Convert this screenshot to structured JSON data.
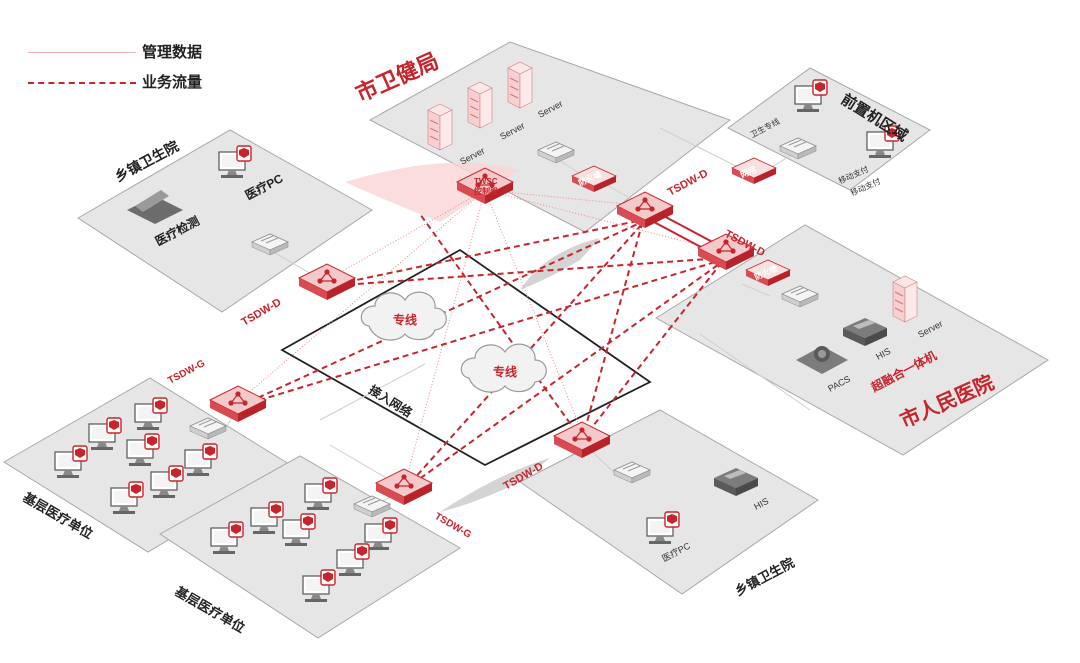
{
  "legend": {
    "management_data": "管理数据",
    "business_traffic": "业务流量"
  },
  "colors": {
    "accent": "#c8242c",
    "panel": "#e6e6e6",
    "panel_edge": "#a8a8a8",
    "solid_line": "#f2b4b4"
  },
  "zones": {
    "city_health_bureau": "市卫健局",
    "front_zone": "前置机区域",
    "township_hospital_top": "乡镇卫生院",
    "city_hospital": "市人民医院",
    "township_hospital_bottom": "乡镇卫生院",
    "primary_unit_left": "基层医疗单位",
    "primary_unit_bottom": "基层医疗单位",
    "access_network": "接入网络"
  },
  "labels": {
    "server": "Server",
    "twsc": "TWSC",
    "controller": "控制器",
    "firewall": "防火墙",
    "gatekeeper": "网闸",
    "health_line": "卫生专线",
    "mobile_payment": "移动支付",
    "medical_detection": "医疗检测",
    "medical_pc": "医疗PC",
    "his": "HIS",
    "pacs": "PACS",
    "hyper_converged": "超融合一体机",
    "dedicated_line": "专线",
    "tsdw_d": "TSDW-D",
    "tsdw_g": "TSDW-G"
  }
}
